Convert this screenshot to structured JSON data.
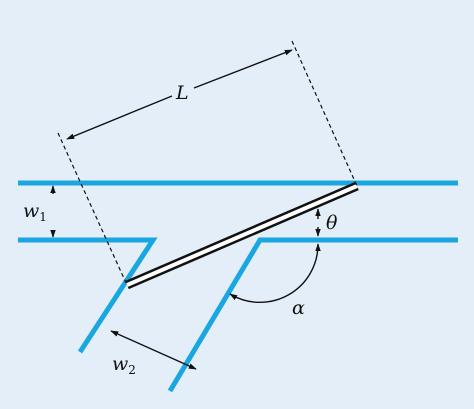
{
  "colors": {
    "background": "#e3eef8",
    "channel_wall": "#1aa7e1",
    "line": "#111111",
    "rod_fill": "#ffffff"
  },
  "labels": {
    "length": "L",
    "width_main": "w",
    "width_main_sub": "1",
    "width_branch": "w",
    "width_branch_sub": "2",
    "theta": "θ",
    "alpha": "α"
  }
}
